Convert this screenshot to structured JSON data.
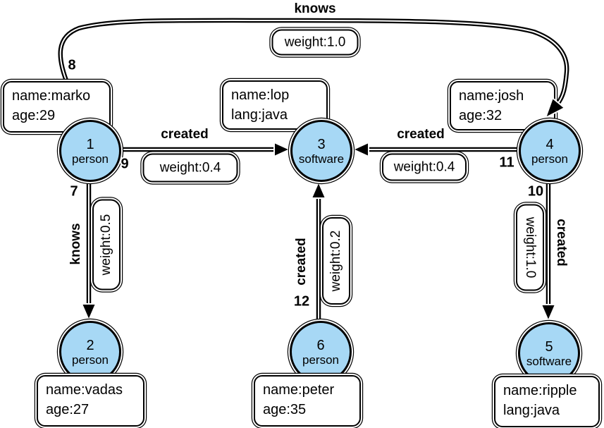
{
  "diagram": {
    "type": "property-graph",
    "vertices": [
      {
        "id": "1",
        "label": "person",
        "properties": [
          "name:marko",
          "age:29"
        ]
      },
      {
        "id": "2",
        "label": "person",
        "properties": [
          "name:vadas",
          "age:27"
        ]
      },
      {
        "id": "3",
        "label": "software",
        "properties": [
          "name:lop",
          "lang:java"
        ]
      },
      {
        "id": "4",
        "label": "person",
        "properties": [
          "name:josh",
          "age:32"
        ]
      },
      {
        "id": "5",
        "label": "software",
        "properties": [
          "name:ripple",
          "lang:java"
        ]
      },
      {
        "id": "6",
        "label": "person",
        "properties": [
          "name:peter",
          "age:35"
        ]
      }
    ],
    "edges": [
      {
        "id": "7",
        "label": "knows",
        "weight": "weight:0.5",
        "from": "1",
        "to": "2"
      },
      {
        "id": "8",
        "label": "knows",
        "weight": "weight:1.0",
        "from": "1",
        "to": "4"
      },
      {
        "id": "9",
        "label": "created",
        "weight": "weight:0.4",
        "from": "1",
        "to": "3"
      },
      {
        "id": "10",
        "label": "created",
        "weight": "weight:1.0",
        "from": "4",
        "to": "5"
      },
      {
        "id": "11",
        "label": "created",
        "weight": "weight:0.4",
        "from": "4",
        "to": "3"
      },
      {
        "id": "12",
        "label": "created",
        "weight": "weight:0.2",
        "from": "6",
        "to": "3"
      }
    ],
    "colors": {
      "vertex_fill": "#a7d8f5",
      "stroke": "#000000",
      "box_fill": "#ffffff",
      "background": "#ffffff"
    }
  }
}
